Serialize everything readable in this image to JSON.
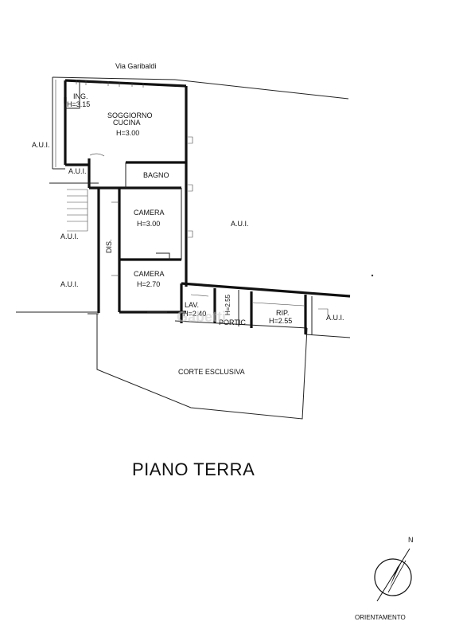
{
  "street": "Via Garibaldi",
  "rooms": {
    "ingresso": {
      "name": "ING.",
      "height": "H=3.15"
    },
    "soggiorno": {
      "name1": "SOGGIORNO",
      "name2": "CUCINA",
      "height": "H=3.00"
    },
    "bagno": {
      "name": "BAGNO"
    },
    "camera1": {
      "name": "CAMERA",
      "height": "H=3.00"
    },
    "camera2": {
      "name": "CAMERA",
      "height": "H=2.70"
    },
    "disimpegno": {
      "name": "DIS."
    },
    "lavanderia": {
      "name": "LAV.",
      "height": "H=2.40"
    },
    "portico": {
      "name": "PORTIC",
      "height": "H=2.55"
    },
    "ripostiglio": {
      "name": "RIP.",
      "height": "H=2.55"
    },
    "corte": {
      "name": "CORTE ESCLUSIVA"
    }
  },
  "aui": "A.U.I.",
  "floor_title": "PIANO TERRA",
  "compass": {
    "north": "N",
    "label": "ORIENTAMENTO"
  },
  "watermark": "Gabetti"
}
